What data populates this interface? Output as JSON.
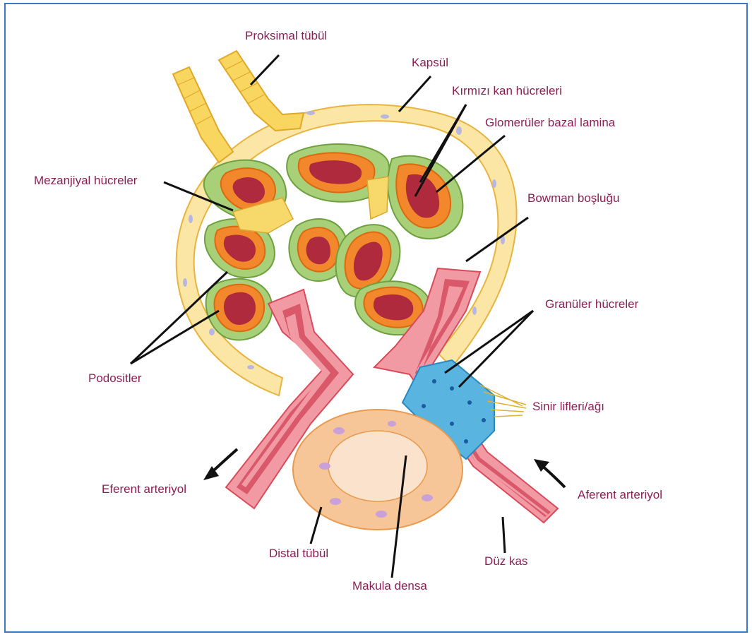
{
  "labels": {
    "proksimal_tubul": "Proksimal tübül",
    "kapsul": "Kapsül",
    "kirmizi_kan": "Kırmızı kan hücreleri",
    "glomeruler_bazal": "Glomerüler bazal lamina",
    "mezanjiyal": "Mezanjiyal hücreler",
    "bowman": "Bowman boşluğu",
    "granuler": "Granüler hücreler",
    "sinir": "Sinir lifleri/ağı",
    "podositler": "Podositler",
    "eferent": "Eferent arteriyol",
    "aferent": "Aferent arteriyol",
    "distal": "Distal tübül",
    "duz_kas": "Düz kas",
    "makula": "Makula densa"
  },
  "colors": {
    "label_text": "#8a1f55",
    "frame_border": "#3a78c8",
    "capsule": "#f0c45a",
    "capillary_outer": "#f08a2c",
    "capillary_inner": "#b83246",
    "podocyte": "#9cc86a",
    "vessel_wall": "#d94a5a",
    "granular_cells": "#4aa8d8",
    "distal_tubule": "#f6bf8e",
    "nerve": "#e0b030"
  }
}
